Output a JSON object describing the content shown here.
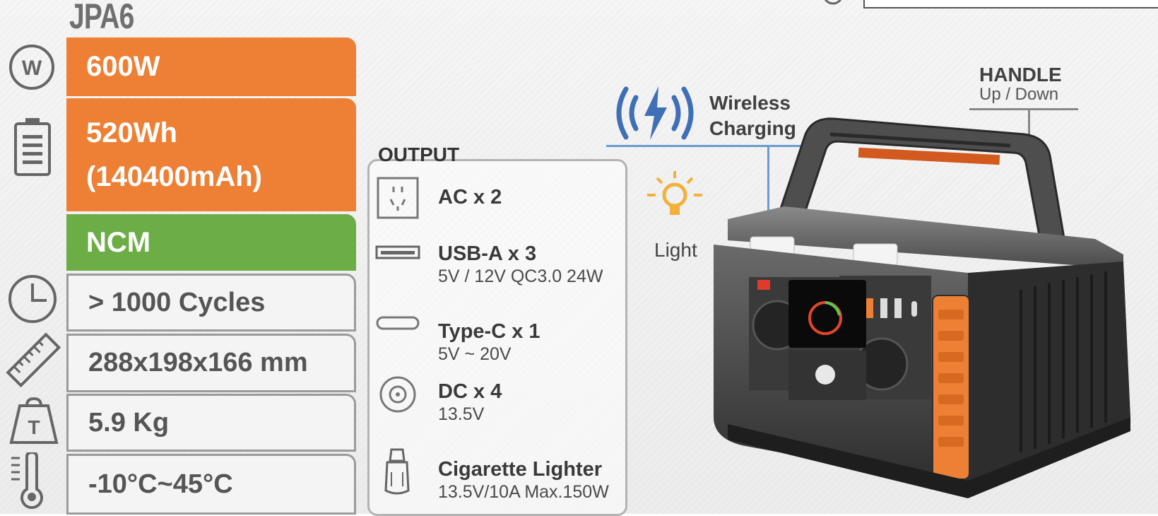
{
  "model": "JPA6",
  "specs": {
    "power": "600W",
    "capacity_line1": "520Wh",
    "capacity_line2": "(140400mAh)",
    "chemistry": "NCM",
    "cycles": "> 1000 Cycles",
    "dimensions": "288x198x166 mm",
    "weight": "5.9 Kg",
    "temperature": "-10°C~45°C"
  },
  "output": {
    "title": "OUTPUT",
    "items": [
      {
        "title": "AC x 2",
        "sub": ""
      },
      {
        "title": "USB-A x 3",
        "sub": "5V / 12V QC3.0 24W"
      },
      {
        "title": "Type-C x 1",
        "sub": "5V ~ 20V"
      },
      {
        "title": "DC x 4",
        "sub": "13.5V"
      },
      {
        "title": "Cigarette Lighter",
        "sub": "13.5V/10A Max.150W"
      }
    ]
  },
  "annotations": {
    "wireless_line1": "Wireless",
    "wireless_line2": "Charging",
    "light": "Light",
    "handle": "HANDLE",
    "handle_sub": "Up / Down"
  },
  "icons": {
    "power": "watt-icon",
    "capacity": "battery-icon",
    "cycles": "clock-icon",
    "dimensions": "ruler-icon",
    "weight": "weight-icon",
    "temperature": "thermometer-icon"
  },
  "colors": {
    "orange": "#ee8035",
    "green": "#6cad45",
    "blue": "#3f6fb6",
    "light_yellow": "#f2b13a"
  }
}
